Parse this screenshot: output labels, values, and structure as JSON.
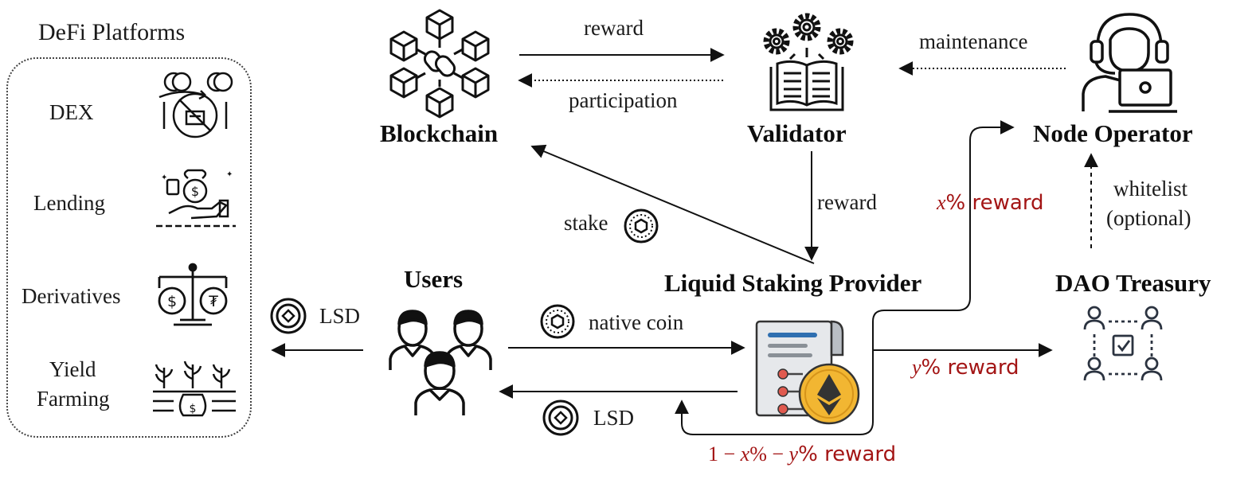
{
  "defi": {
    "title": "DeFi Platforms",
    "items": [
      {
        "label": "DEX",
        "icon": "dex-icon"
      },
      {
        "label": "Lending",
        "icon": "lending-icon"
      },
      {
        "label": "Derivatives",
        "icon": "derivatives-icon"
      },
      {
        "label_line1": "Yield",
        "label_line2": "Farming",
        "icon": "yield-farming-icon"
      }
    ]
  },
  "nodes": {
    "blockchain": "Blockchain",
    "validator": "Validator",
    "node_operator": "Node Operator",
    "users": "Users",
    "liquid_staking_provider": "Liquid Staking Provider",
    "dao_treasury": "DAO Treasury"
  },
  "edges": {
    "reward_top": "reward",
    "participation": "participation",
    "maintenance": "maintenance",
    "reward_mid": "reward",
    "stake": "stake",
    "whitelist_line1": "whitelist",
    "whitelist_line2": "(optional)",
    "native_coin": "native coin",
    "lsd_left": "LSD",
    "lsd_bottom": "LSD"
  },
  "reward_splits": {
    "x_var": "x",
    "x_suffix": "% reward",
    "y_var": "y",
    "y_suffix": "% reward",
    "remainder_prefix": "1 − ",
    "remainder_x": "x",
    "remainder_mid": "% − ",
    "remainder_y": "y",
    "remainder_suffix": "% reward"
  },
  "colors": {
    "accent_red": "#a31515",
    "ether_gold": "#f2b632",
    "stroke": "#1a1a1a"
  }
}
